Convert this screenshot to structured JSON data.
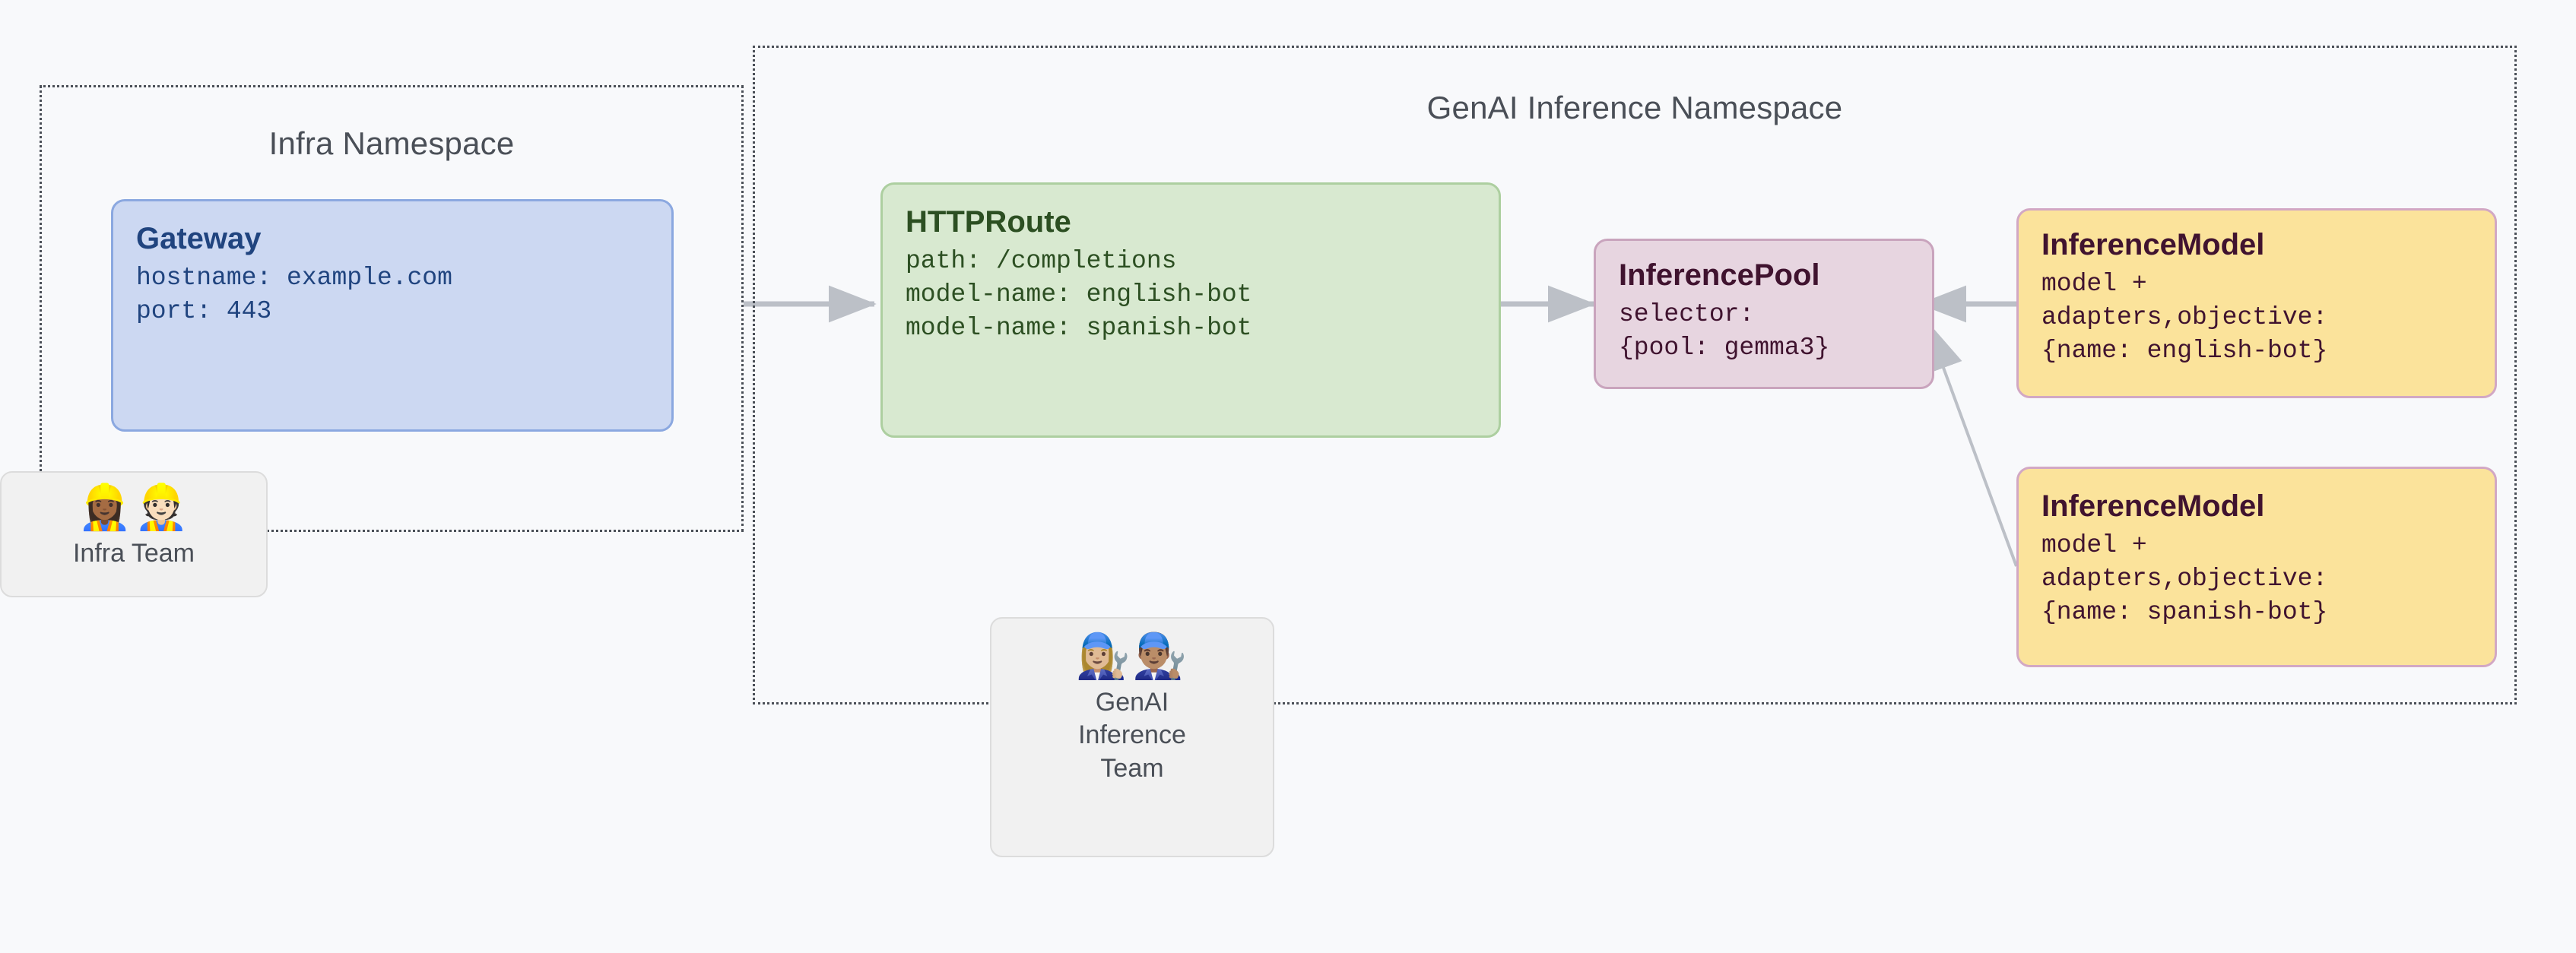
{
  "diagram": {
    "background_color": "#f8f9fb",
    "connector_color": "#bcc0c7"
  },
  "namespaces": [
    {
      "id": "infra",
      "title": "Infra Namespace",
      "border_style": "dotted",
      "border_color": "#4a4f57"
    },
    {
      "id": "genai",
      "title": "GenAI Inference Namespace",
      "border_style": "dotted",
      "border_color": "#4a4f57"
    }
  ],
  "resources": {
    "gateway": {
      "title": "Gateway",
      "lines": [
        "hostname: example.com",
        "port: 443"
      ],
      "fill": "#ccd8f2",
      "stroke": "#8ba8e0",
      "text_color": "#20447f"
    },
    "httproute": {
      "title": "HTTPRoute",
      "lines": [
        "path: /completions",
        "model-name: english-bot",
        "model-name: spanish-bot"
      ],
      "fill": "#d8e9d0",
      "stroke": "#adcfa0",
      "text_color": "#2c4f22"
    },
    "inferencepool": {
      "title": "InferencePool",
      "lines": [
        "selector:",
        "{pool: gemma3}"
      ],
      "fill": "#e7d5e0",
      "stroke": "#c9a4bd",
      "text_color": "#40132f"
    },
    "inferencemodel_english": {
      "title": "InferenceModel",
      "lines": [
        "model +",
        "adapters,objective:",
        "{name: english-bot}"
      ],
      "fill": "#fbe39b",
      "stroke": "#d2a8c4",
      "text_color": "#40132f"
    },
    "inferencemodel_spanish": {
      "title": "InferenceModel",
      "lines": [
        "model +",
        "adapters,objective:",
        "{name: spanish-bot}"
      ],
      "fill": "#fbe39b",
      "stroke": "#d2a8c4",
      "text_color": "#40132f"
    }
  },
  "teams": {
    "infra_team": {
      "label": "Infra Team",
      "emojis": "👷🏾‍♀️👷🏻",
      "icon_names": [
        "construction-worker-woman-icon",
        "construction-worker-man-icon"
      ]
    },
    "genai_team": {
      "label": "GenAI Inference Team",
      "emojis": "👩🏼‍🔧👨🏽‍🔧",
      "icon_names": [
        "mechanic-woman-icon",
        "mechanic-man-icon"
      ]
    }
  },
  "connections": [
    {
      "id": "gateway-to-httproute",
      "from": "gateway",
      "to": "httproute",
      "arrow": "forward"
    },
    {
      "id": "httproute-to-inferencepool",
      "from": "httproute",
      "to": "inferencepool",
      "arrow": "forward"
    },
    {
      "id": "english-model-to-inferencepool",
      "from": "inferencemodel_english",
      "to": "inferencepool",
      "arrow": "forward"
    },
    {
      "id": "spanish-model-to-inferencepool",
      "from": "inferencemodel_spanish",
      "to": "inferencepool",
      "arrow": "forward"
    }
  ]
}
